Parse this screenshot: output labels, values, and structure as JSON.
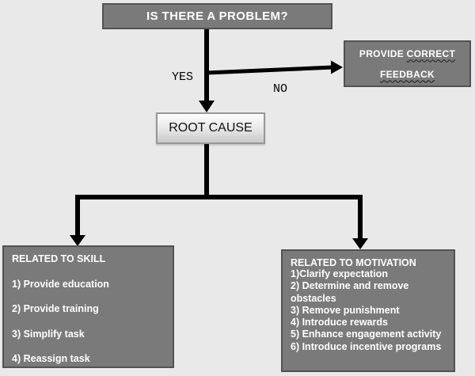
{
  "canvas": {
    "background": "#e9e9e9"
  },
  "colors": {
    "node_fill": "#7a7a7a",
    "node_border": "#525252",
    "node_text": "#ffffff",
    "arrow": "#000000",
    "root_fill_top": "#fdfdfd",
    "root_fill_bottom": "#c9c9c9"
  },
  "nodes": {
    "problem": {
      "label": "IS THERE A PROBLEM?"
    },
    "feedback": {
      "word1": "PROVIDE",
      "word2": "CORRECT",
      "word3": "FEEDBACK"
    },
    "root": {
      "label": "ROOT CAUSE"
    },
    "skill": {
      "title": "RELATED TO SKILL",
      "items": [
        "1) Provide education",
        "2) Provide training",
        "3) Simplify task",
        "4) Reassign task"
      ]
    },
    "motivation": {
      "title": "RELATED TO MOTIVATION",
      "items": [
        "1)Clarify expectation",
        "2) Determine and remove obstacles",
        "3) Remove punishment",
        "4) Introduce rewards",
        "5) Enhance engagement activity",
        "6) Introduce incentive programs"
      ]
    }
  },
  "edges": {
    "yes_label": "YES",
    "no_label": "NO"
  }
}
